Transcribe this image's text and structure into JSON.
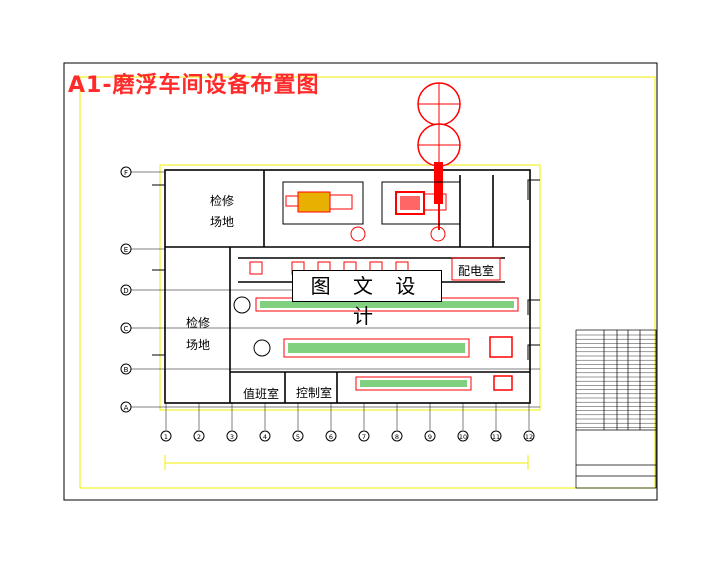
{
  "title": "A1-磨浮车间设备布置图",
  "watermark": "图 文 设 计",
  "rooms": {
    "repair_top_l1": "检修",
    "repair_top_l2": "场地",
    "repair_mid_l1": "检修",
    "repair_mid_l2": "场地",
    "power_room": "配电室",
    "duty_room": "值班室",
    "control_room": "控制室"
  },
  "row_axes": [
    "F",
    "E",
    "D",
    "C",
    "B",
    "A"
  ],
  "col_axes": [
    "1",
    "2",
    "3",
    "4",
    "5",
    "6",
    "7",
    "8",
    "9",
    "10",
    "11",
    "12"
  ],
  "colors": {
    "border": "#000000",
    "yellow": "#f2ef00",
    "red": "#ff0000",
    "green": "#2bb02b",
    "title": "#ff2a2a"
  }
}
